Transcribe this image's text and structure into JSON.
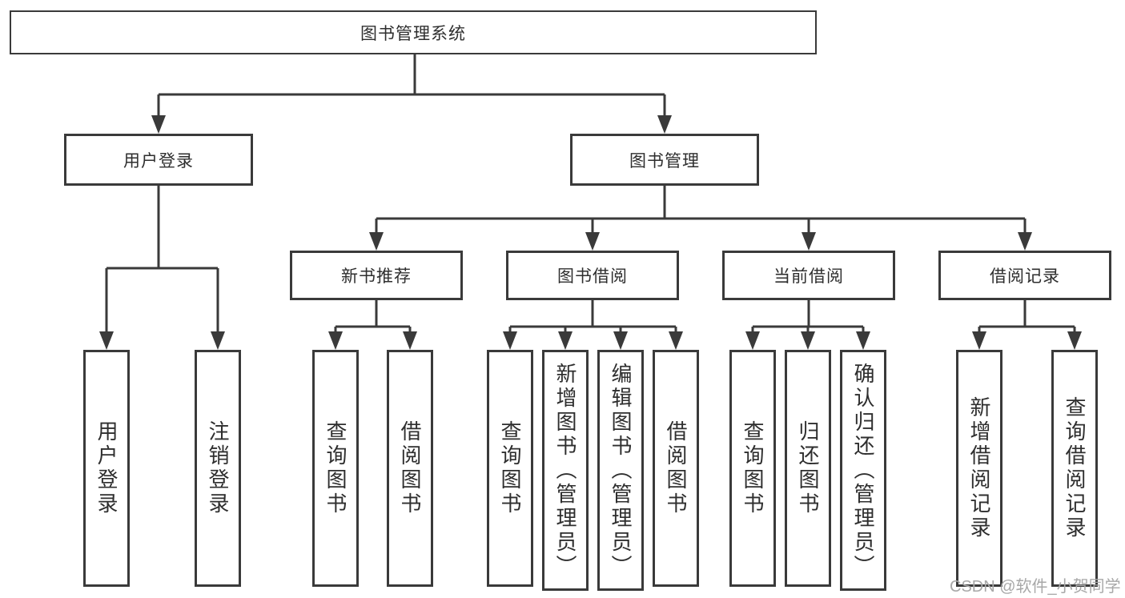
{
  "tree": {
    "label": "图书管理系统",
    "children": [
      {
        "label": "用户登录",
        "children": [
          {
            "label": "用户登录"
          },
          {
            "label": "注销登录"
          }
        ]
      },
      {
        "label": "图书管理",
        "children": [
          {
            "label": "新书推荐",
            "children": [
              {
                "label": "查询图书"
              },
              {
                "label": "借阅图书"
              }
            ]
          },
          {
            "label": "图书借阅",
            "children": [
              {
                "label": "查询图书"
              },
              {
                "label": "新增图书（管理员）"
              },
              {
                "label": "编辑图书（管理员）"
              },
              {
                "label": "借阅图书"
              }
            ]
          },
          {
            "label": "当前借阅",
            "children": [
              {
                "label": "查询图书"
              },
              {
                "label": "归还图书"
              },
              {
                "label": "确认归还（管理员）"
              }
            ]
          },
          {
            "label": "借阅记录",
            "children": [
              {
                "label": "新增借阅记录"
              },
              {
                "label": "查询借阅记录"
              }
            ]
          }
        ]
      }
    ]
  },
  "watermark": "CSDN @软件_小贺同学",
  "colors": {
    "line": "#3a3a3a",
    "text": "#2e2e2e",
    "watermark": "#a8a8a8",
    "background": "#ffffff"
  }
}
